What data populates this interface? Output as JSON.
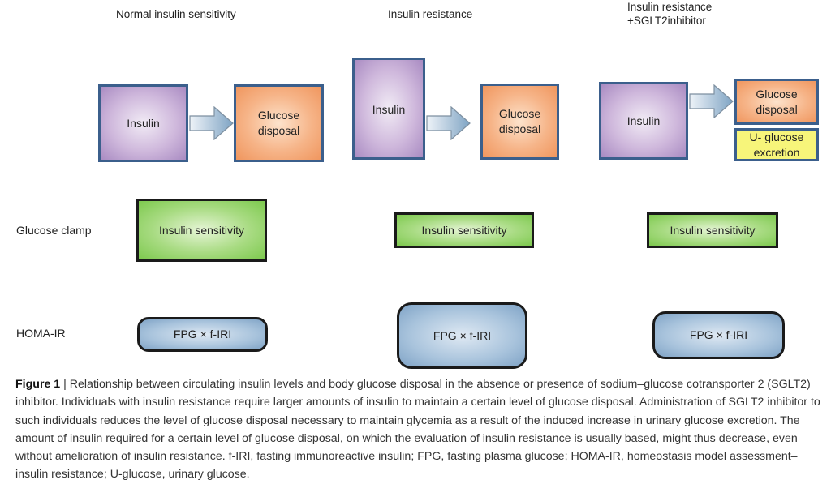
{
  "columns": [
    {
      "title": "Normal insulin sensitivity"
    },
    {
      "title": "Insulin resistance"
    },
    {
      "title_line1": "Insulin resistance",
      "title_line2": "+SGLT2inhibitor"
    }
  ],
  "boxes": {
    "insulin": "Insulin",
    "glucose_disposal_line1": "Glucose",
    "glucose_disposal_line2": "disposal",
    "u_glucose_line1": "U- glucose",
    "u_glucose_line2": "excretion",
    "insulin_sensitivity": "Insulin sensitivity",
    "homa_formula": "FPG × f-IRI"
  },
  "row_labels": {
    "glucose_clamp": "Glucose clamp",
    "homa_ir": "HOMA-IR"
  },
  "colors": {
    "insulin": "#a98bc2",
    "glucose_disposal": "#f0965e",
    "u_glucose": "#f7f57a",
    "insulin_sensitivity": "#7dc94e",
    "homa": "#7fa3c6",
    "box_border": "#3b5f8c",
    "arrow": "#8fb0cc"
  },
  "caption": {
    "label": "Figure 1",
    "separator": " | ",
    "text": "Relationship between circulating insulin levels and body glucose disposal in the absence or presence of sodium–glucose cotransporter 2 (SGLT2) inhibitor. Individuals with insulin resistance require larger amounts of insulin to maintain a certain level of glucose disposal. Administration of SGLT2 inhibitor to such individuals reduces the level of glucose disposal necessary to maintain glycemia as a result of the induced increase in urinary glucose excretion. The amount of insulin required for a certain level of glucose disposal, on which the evaluation of insulin resistance is usually based, might thus decrease, even without amelioration of insulin resistance. f-IRI, fasting immunoreactive insulin; FPG, fasting plasma glucose; HOMA-IR, homeostasis model assessment–insulin resistance; U-glucose, urinary glucose."
  }
}
